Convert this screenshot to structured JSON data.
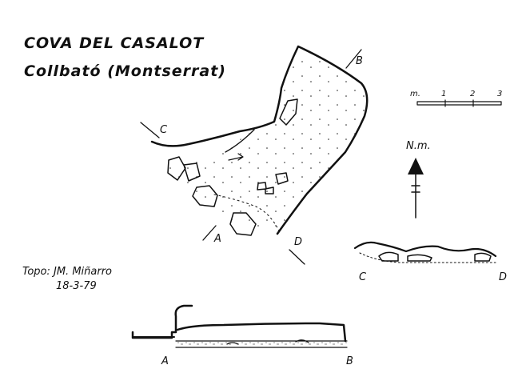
{
  "title": "COVA DEL CASALOT",
  "location": "Collbató (Montserrat)",
  "surveyor_line": "Topo: JM. Miñarro",
  "survey_date": "18-3-79",
  "scale": {
    "unit": "m.",
    "ticks": [
      "1",
      "2",
      "3"
    ]
  },
  "north_label": "N.m.",
  "section_labels": {
    "a": "A",
    "b": "B",
    "c": "C",
    "d": "D"
  }
}
